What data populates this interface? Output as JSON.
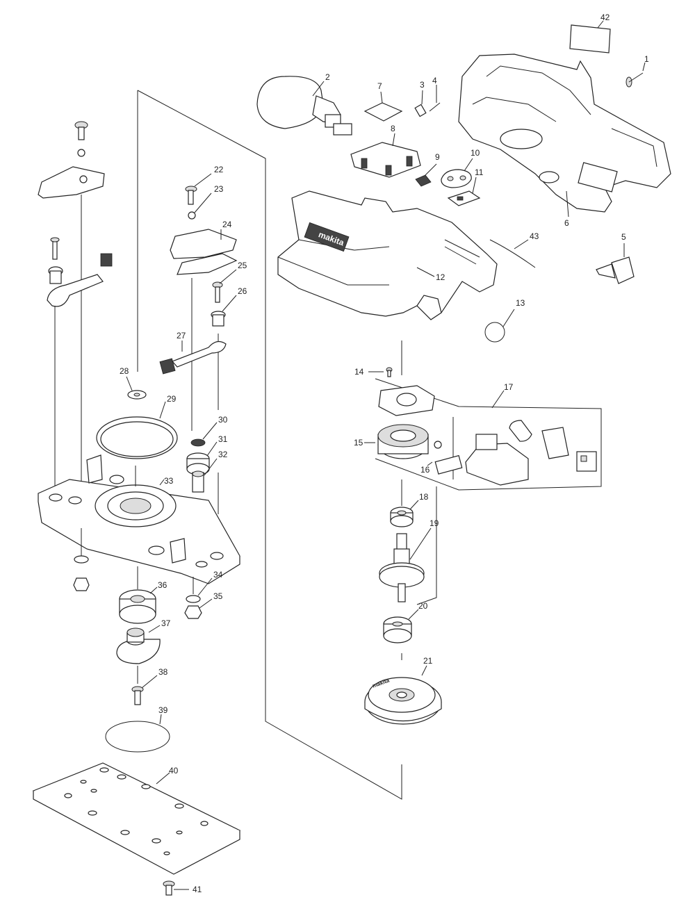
{
  "diagram": {
    "parts": [
      {
        "id": "p1",
        "label": "1"
      },
      {
        "id": "p2",
        "label": "2"
      },
      {
        "id": "p3",
        "label": "3"
      },
      {
        "id": "p4",
        "label": "4"
      },
      {
        "id": "p5",
        "label": "5"
      },
      {
        "id": "p6",
        "label": "6"
      },
      {
        "id": "p7",
        "label": "7"
      },
      {
        "id": "p8",
        "label": "8"
      },
      {
        "id": "p9",
        "label": "9"
      },
      {
        "id": "p10",
        "label": "10"
      },
      {
        "id": "p11",
        "label": "11"
      },
      {
        "id": "p12",
        "label": "12"
      },
      {
        "id": "p13",
        "label": "13"
      },
      {
        "id": "p14",
        "label": "14"
      },
      {
        "id": "p15",
        "label": "15"
      },
      {
        "id": "p16",
        "label": "16"
      },
      {
        "id": "p17",
        "label": "17"
      },
      {
        "id": "p18",
        "label": "18"
      },
      {
        "id": "p19",
        "label": "19"
      },
      {
        "id": "p20",
        "label": "20"
      },
      {
        "id": "p21",
        "label": "21"
      },
      {
        "id": "p22",
        "label": "22"
      },
      {
        "id": "p23",
        "label": "23"
      },
      {
        "id": "p24",
        "label": "24"
      },
      {
        "id": "p25",
        "label": "25"
      },
      {
        "id": "p26",
        "label": "26"
      },
      {
        "id": "p27",
        "label": "27"
      },
      {
        "id": "p28",
        "label": "28"
      },
      {
        "id": "p29",
        "label": "29"
      },
      {
        "id": "p30",
        "label": "30"
      },
      {
        "id": "p31",
        "label": "31"
      },
      {
        "id": "p32",
        "label": "32"
      },
      {
        "id": "p33",
        "label": "33"
      },
      {
        "id": "p34",
        "label": "34"
      },
      {
        "id": "p35",
        "label": "35"
      },
      {
        "id": "p36",
        "label": "36"
      },
      {
        "id": "p37",
        "label": "37"
      },
      {
        "id": "p38",
        "label": "38"
      },
      {
        "id": "p39",
        "label": "39"
      },
      {
        "id": "p40",
        "label": "40"
      },
      {
        "id": "p41",
        "label": "41"
      },
      {
        "id": "p42",
        "label": "42"
      },
      {
        "id": "p43",
        "label": "43"
      }
    ],
    "housing_logo": "makita",
    "fan_logo": "makita"
  }
}
